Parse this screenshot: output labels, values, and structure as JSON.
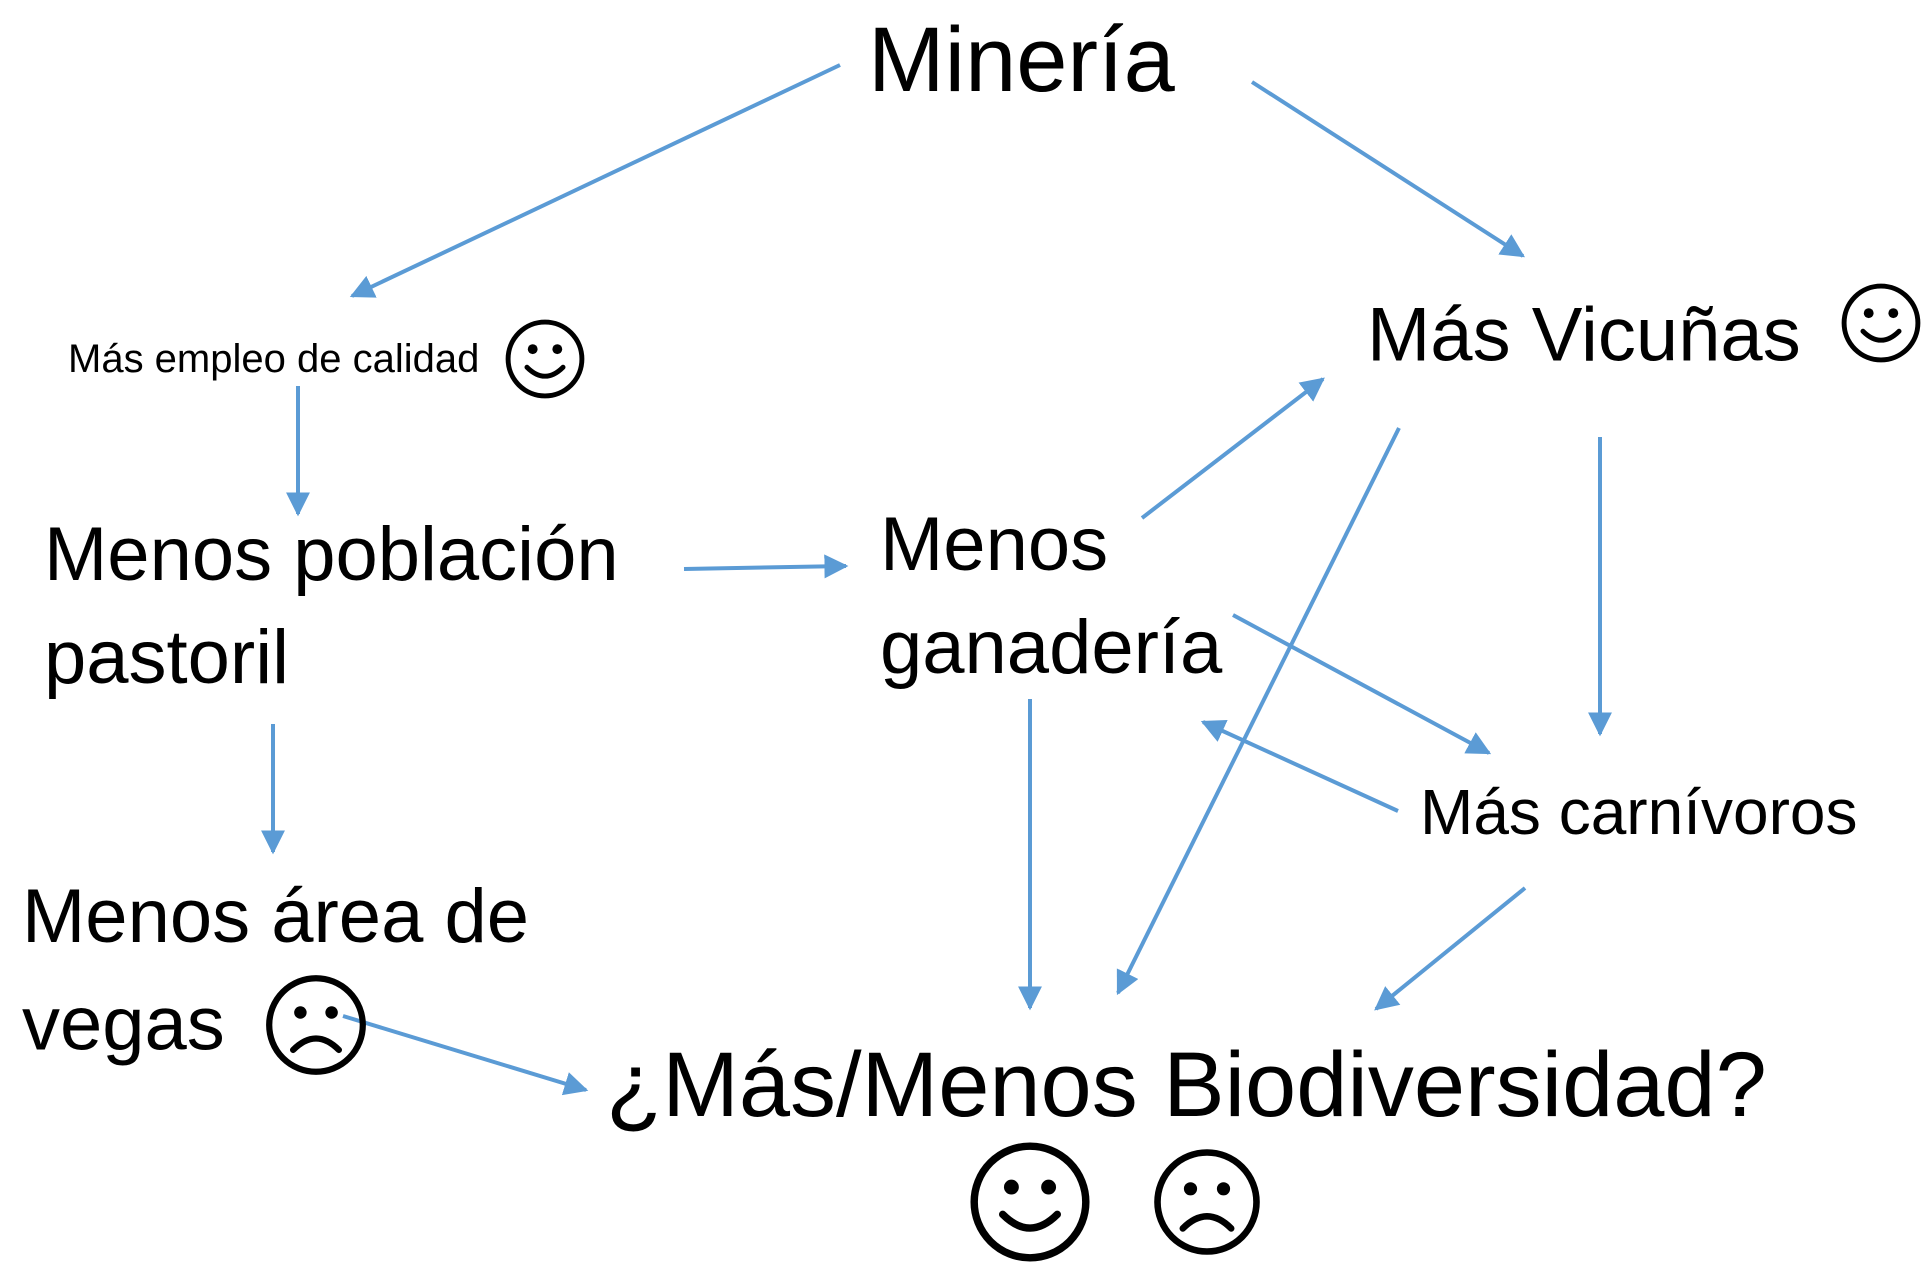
{
  "nodes": {
    "mineria": {
      "label": "Minería"
    },
    "empleo": {
      "label": "Más empleo de calidad",
      "face": "smiley"
    },
    "vicunas": {
      "label": "Más Vicuñas",
      "face": "smiley"
    },
    "poblacion": {
      "line1": "Menos población",
      "line2": "pastoril"
    },
    "ganaderia": {
      "line1": "Menos",
      "line2": "ganadería"
    },
    "carnivoros": {
      "label": "Más carnívoros"
    },
    "vegas": {
      "line1": "Menos área de",
      "line2": "vegas",
      "face": "frowny"
    },
    "biodiversidad": {
      "label": "¿Más/Menos Biodiversidad?",
      "faces": [
        "smiley",
        "frowny"
      ]
    }
  },
  "edges": [
    {
      "from": "Minería",
      "to": "Más empleo de calidad"
    },
    {
      "from": "Minería",
      "to": "Más Vicuñas"
    },
    {
      "from": "Más empleo de calidad",
      "to": "Menos población pastoril"
    },
    {
      "from": "Menos población pastoril",
      "to": "Menos ganadería"
    },
    {
      "from": "Menos población pastoril",
      "to": "Menos área de vegas"
    },
    {
      "from": "Menos ganadería",
      "to": "Más Vicuñas"
    },
    {
      "from": "Menos ganadería",
      "to": "Más carnívoros"
    },
    {
      "from": "Más carnívoros",
      "to": "Menos ganadería"
    },
    {
      "from": "Más Vicuñas",
      "to": "Más carnívoros"
    },
    {
      "from": "Más Vicuñas",
      "to": "¿Más/Menos Biodiversidad?"
    },
    {
      "from": "Menos ganadería",
      "to": "¿Más/Menos Biodiversidad?"
    },
    {
      "from": "Más carnívoros",
      "to": "¿Más/Menos Biodiversidad?"
    },
    {
      "from": "Menos área de vegas",
      "to": "¿Más/Menos Biodiversidad?"
    }
  ],
  "colors": {
    "arrow": "#5B9BD5",
    "text": "#000000"
  }
}
